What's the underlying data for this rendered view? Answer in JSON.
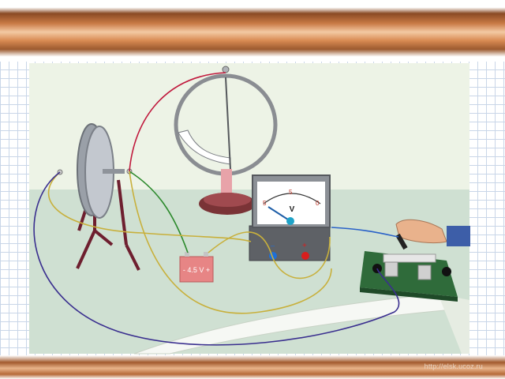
{
  "scene": {
    "battery_label": "- 4.5 V +",
    "voltmeter": {
      "unit": "V",
      "scale_left": "5",
      "scale_mid": "5",
      "scale_right": "0",
      "minus_sign": "–",
      "plus_sign": "+"
    }
  },
  "watermark": "http://elsk.ucoz.ru",
  "colors": {
    "banner": "#b86a36",
    "table_top": "#cfe0d2",
    "board_green": "#2f6b3a",
    "battery_red": "#e07a7a",
    "wire_red": "#c0183c",
    "wire_green": "#2c8a2c",
    "wire_blue": "#3a2f8f",
    "wire_yellow": "#c8b03c"
  }
}
